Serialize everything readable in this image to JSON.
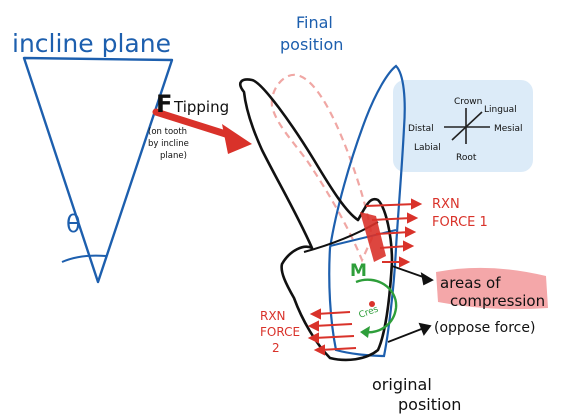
{
  "labels": {
    "incline_plane": "incline plane",
    "theta": "θ",
    "final_position_line1": "Final",
    "final_position_line2": "position",
    "f_symbol": "F",
    "f_subscript": "Tipping",
    "f_note_line1": "(on tooth",
    "f_note_line2": "by incline",
    "f_note_line3": "plane)",
    "rxn_force_1_line1": "RXN",
    "rxn_force_1_line2": "FORCE 1",
    "rxn_force_2_line1": "RXN",
    "rxn_force_2_line2": "FORCE",
    "rxn_force_2_line3": "2",
    "areas_line1": "areas of",
    "areas_line2": "compression",
    "oppose_force": "(oppose force)",
    "original_line1": "original",
    "original_line2": "position",
    "moment_label": "M",
    "cres_label": "Cres"
  },
  "compass": {
    "crown": "Crown",
    "lingual": "Lingual",
    "distal": "Distal",
    "mesial": "Mesial",
    "labial": "Labial",
    "root": "Root"
  },
  "colors": {
    "blue": "#1d5fae",
    "red": "#d9322a",
    "green": "#2e9e3a",
    "pink_dashed": "#f0a7a4",
    "compass_bg": "#dcebf8",
    "highlight": "#f4a7a9",
    "black": "#111111"
  }
}
